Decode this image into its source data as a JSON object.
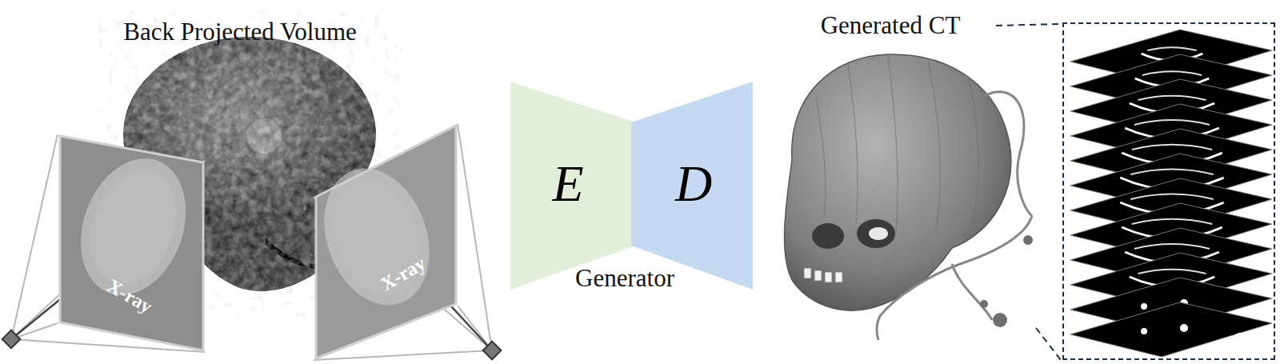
{
  "diagram": {
    "nodes": [
      {
        "text": [
          "X-ray"
        ]
      },
      {
        "text": [
          "X-ray"
        ]
      },
      {
        "text": [
          "E"
        ]
      },
      {
        "text": [
          "D"
        ]
      },
      {
        "text": [
          "CT"
        ]
      }
    ],
    "labels": [
      "Back Projected Volume",
      "Generator",
      "Generated CT"
    ]
  }
}
